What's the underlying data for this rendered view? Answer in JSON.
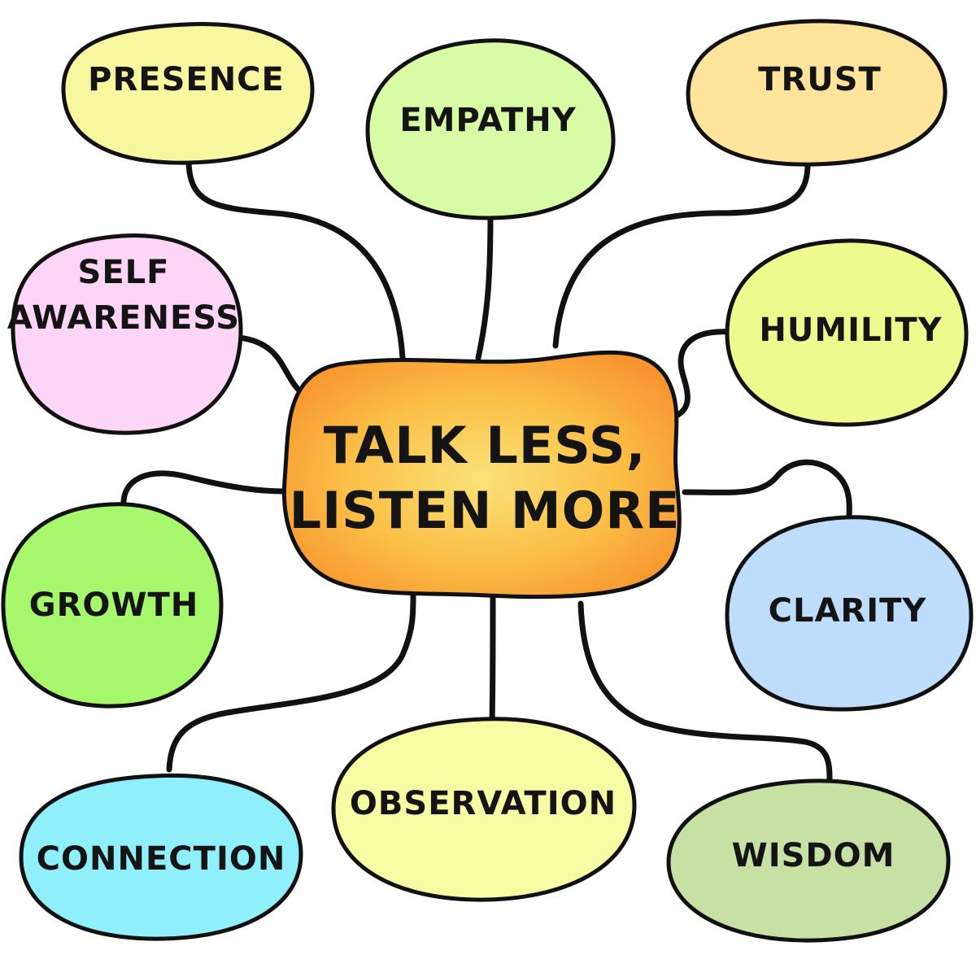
{
  "center": {
    "lines": [
      "TALK LESS,",
      "LISTEN MORE"
    ]
  },
  "nodes": [
    {
      "id": "presence",
      "lines": [
        "PRESENCE"
      ],
      "color": "#f7f7a0"
    },
    {
      "id": "empathy",
      "lines": [
        "EMPATHY"
      ],
      "color": "#d8fba6"
    },
    {
      "id": "trust",
      "lines": [
        "TRUST"
      ],
      "color": "#fde49a"
    },
    {
      "id": "self-awareness",
      "lines": [
        "SELF",
        "AWARENESS"
      ],
      "color": "#fdd6f7"
    },
    {
      "id": "humility",
      "lines": [
        "HUMILITY"
      ],
      "color": "#edfb8e"
    },
    {
      "id": "growth",
      "lines": [
        "GROWTH"
      ],
      "color": "#a6f76c"
    },
    {
      "id": "clarity",
      "lines": [
        "CLARITY"
      ],
      "color": "#bedcfc"
    },
    {
      "id": "connection",
      "lines": [
        "CONNECTION"
      ],
      "color": "#8ff0fc"
    },
    {
      "id": "observation",
      "lines": [
        "OBSERVATION"
      ],
      "color": "#f6fca4"
    },
    {
      "id": "wisdom",
      "lines": [
        "WISDOM"
      ],
      "color": "#c6e1a3"
    }
  ],
  "colors": {
    "outline": "#111111",
    "center_edge": "#f7932e",
    "center_mid": "#fbbf45",
    "center_core": "#fae27a"
  }
}
